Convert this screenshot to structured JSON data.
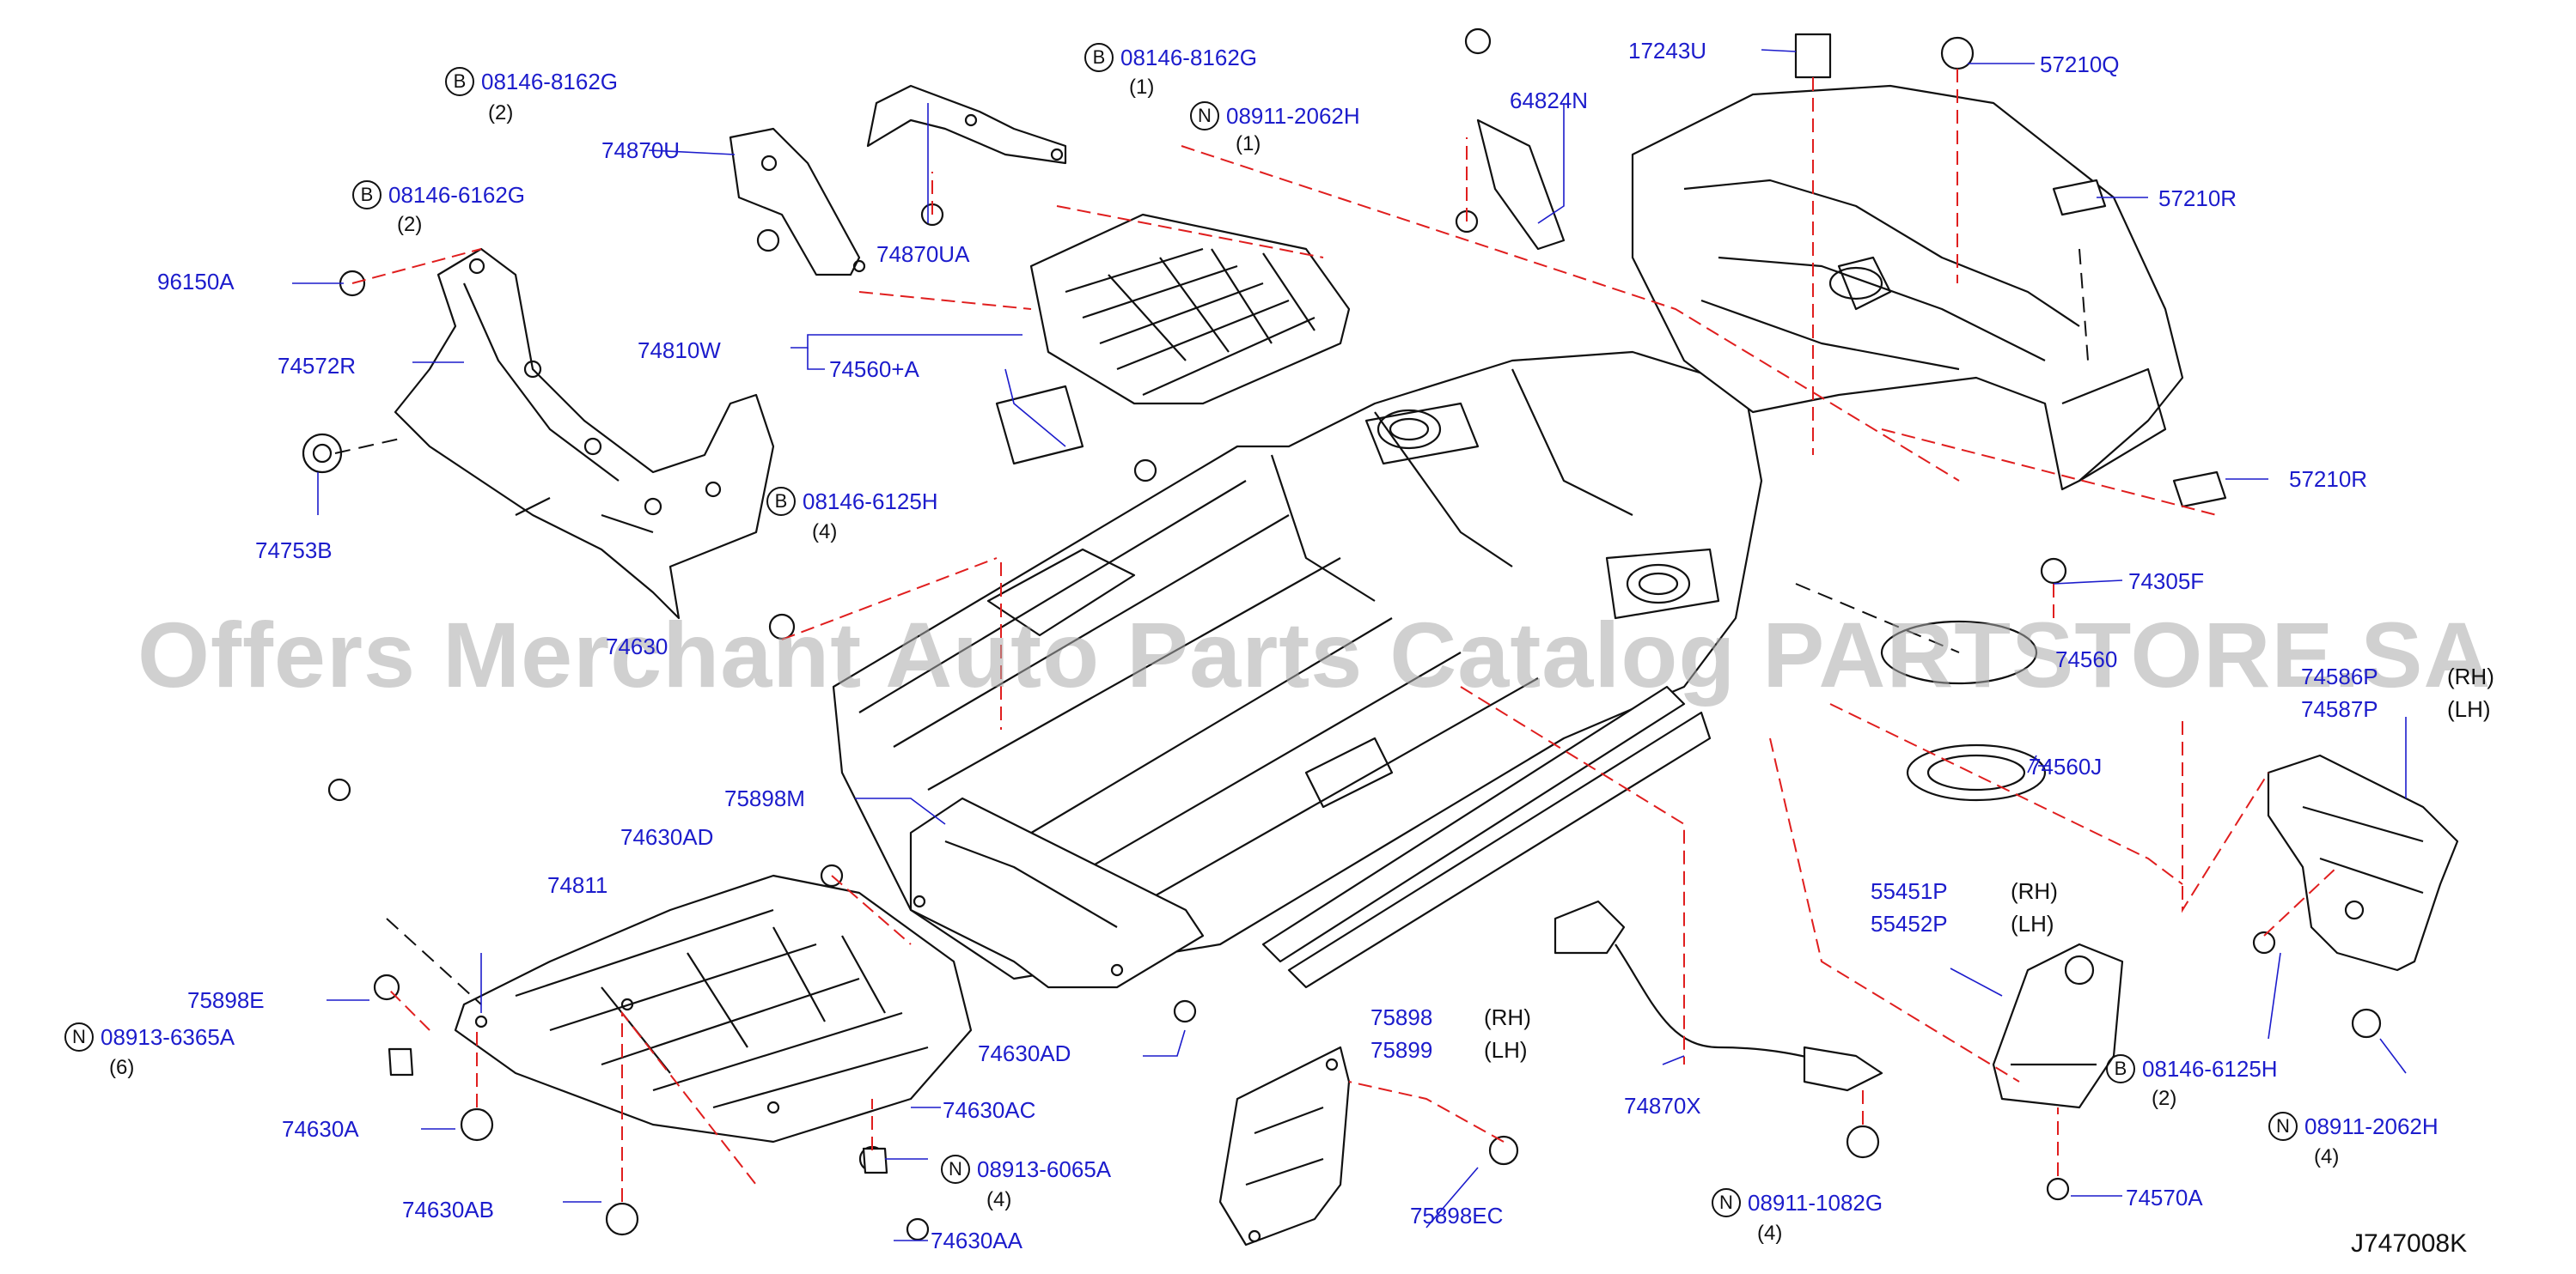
{
  "watermark": "Offers Merchant Auto Parts Catalog PARTSTORE.SA",
  "diagram_code": "J747008K",
  "colors": {
    "part_label": "#1c1ccc",
    "leader_dash": "#e01e1e",
    "outline": "#111111"
  },
  "labels": {
    "p17243U": "17243U",
    "p57210Q": "57210Q",
    "p64824N": "64824N",
    "p57210R_a": "57210R",
    "p57210R_b": "57210R",
    "p74870U": "74870U",
    "p74870UA": "74870UA",
    "p96150A": "96150A",
    "p74572R": "74572R",
    "p74810W": "74810W",
    "p74560A": "74560+A",
    "p74753B": "74753B",
    "p74305F": "74305F",
    "p74560": "74560",
    "p74560J": "74560J",
    "p74586P": "74586P",
    "p74587P": "74587P",
    "p74630": "74630",
    "p75898M": "75898M",
    "p74630AD_a": "74630AD",
    "p74630AD_b": "74630AD",
    "p74811": "74811",
    "p75898E": "75898E",
    "p74630A": "74630A",
    "p74630AB": "74630AB",
    "p74630AC": "74630AC",
    "p74630AA": "74630AA",
    "p75898": "75898",
    "p75899": "75899",
    "p75898EC": "75898EC",
    "p74870X": "74870X",
    "p55451P": "55451P",
    "p55452P": "55452P",
    "p74570A": "74570A",
    "rh": "(RH)",
    "lh": "(LH)"
  },
  "refs": {
    "r1": {
      "badge": "B",
      "code": "08146-8162G",
      "qty": "(2)"
    },
    "r2": {
      "badge": "B",
      "code": "08146-6162G",
      "qty": "(2)"
    },
    "r3": {
      "badge": "B",
      "code": "08146-8162G",
      "qty": "(1)"
    },
    "r4": {
      "badge": "N",
      "code": "08911-2062H",
      "qty": "(1)"
    },
    "r5": {
      "badge": "B",
      "code": "08146-6125H",
      "qty": "(4)"
    },
    "r6": {
      "badge": "N",
      "code": "08913-6365A",
      "qty": "(6)"
    },
    "r7": {
      "badge": "N",
      "code": "08913-6065A",
      "qty": "(4)"
    },
    "r8": {
      "badge": "N",
      "code": "08911-1082G",
      "qty": "(4)"
    },
    "r9": {
      "badge": "B",
      "code": "08146-6125H",
      "qty": "(2)"
    },
    "r10": {
      "badge": "N",
      "code": "08911-2062H",
      "qty": "(4)"
    }
  }
}
